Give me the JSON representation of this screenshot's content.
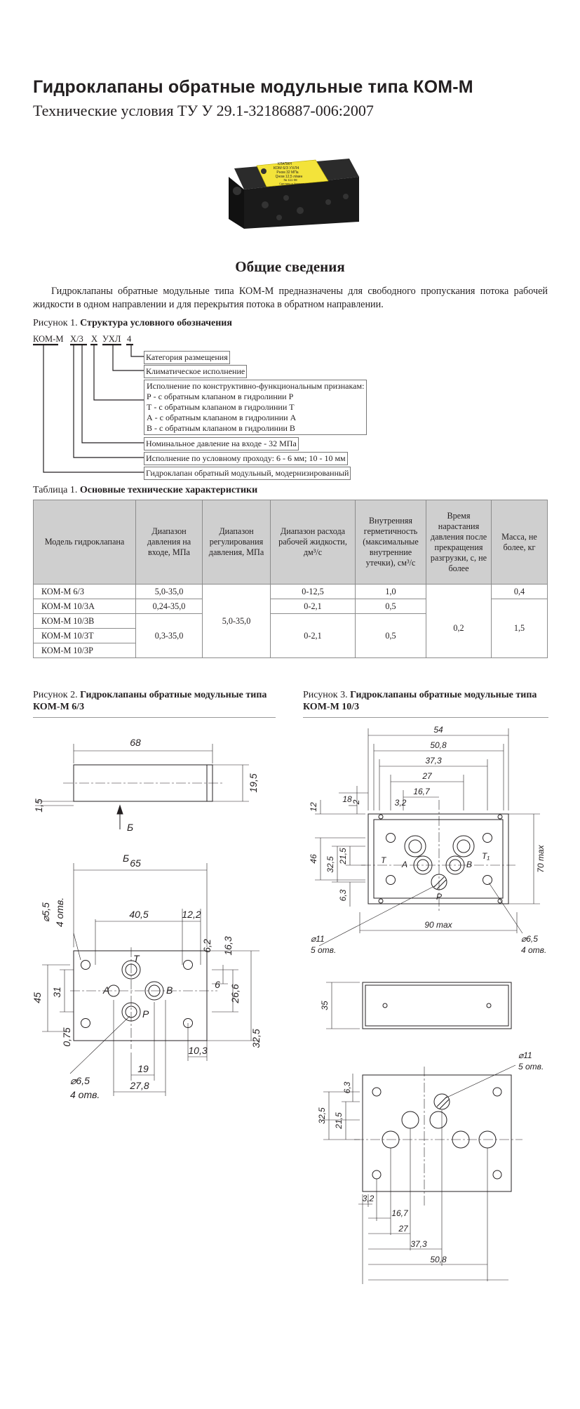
{
  "header": {
    "title": "Гидроклапаны обратные модульные типа КОМ-М",
    "subtitle": "Технические условия ТУ У 29.1-32186887-006:2007"
  },
  "photo": {
    "plate_lines": [
      "КЛАПАН",
      "КОМ 6/3 УХЛ4",
      "Рном 32 МПа",
      "Qном 12,5 л/мин",
      "№ 111 08",
      "Сделано в Украине"
    ]
  },
  "general": {
    "heading": "Общие сведения",
    "paragraph": "Гидроклапаны обратные модульные типа КОМ-М предназначены для свободного пропускания потока рабочей жидкости в одном направлении и для перекрытия потока в обратном направлении."
  },
  "figure1": {
    "caption_prefix": "Рисунок 1.",
    "caption_title": "Структура условного обозначения",
    "designation": [
      "КОМ-М",
      "Х/3",
      "Х",
      "УХЛ",
      "4"
    ],
    "notes": [
      "Категория размещения",
      "Климатическое исполнение",
      "Исполнение по конструктивно-функциональным признакам:",
      "Р - с обратным клапаном в гидролинии Р",
      "Т - с обратным клапаном в гидролинии Т",
      "А - с обратным клапаном в гидролинии А",
      "В - с обратным клапаном в гидролинии В",
      "Номинальное давление на входе - 32 МПа",
      "Исполнение по условному проходу: 6 - 6 мм; 10 - 10 мм",
      "Гидроклапан обратный модульный, модернизированный"
    ]
  },
  "table1": {
    "caption_prefix": "Таблица 1.",
    "caption_title": "Основные технические характеристики",
    "headers": [
      "Модель гидроклапана",
      "Диапазон давления на входе, МПа",
      "Диапазон регулирования давления, МПа",
      "Диапазон расхода рабочей жидкости, дм³/с",
      "Внутренняя герметичность (максимальные внутренние утечки), см³/с",
      "Время нарастания давления после прекращения разгрузки, с, не более",
      "Масса, не более, кг"
    ],
    "models": [
      "КОМ-М 6/3",
      "КОМ-М 10/3А",
      "КОМ-М 10/3В",
      "КОМ-М 10/3Т",
      "КОМ-М 10/3Р"
    ],
    "pressure_in": [
      "5,0-35,0",
      "0,24-35,0",
      "0,3-35,0"
    ],
    "regulation": "5,0-35,0",
    "flow": [
      "0-12,5",
      "0-2,1",
      "0-2,1"
    ],
    "leak": [
      "1,0",
      "0,5",
      "0,5"
    ],
    "time": "0,2",
    "mass": [
      "0,4",
      "1,5"
    ]
  },
  "figure2": {
    "caption_prefix": "Рисунок 2.",
    "caption_title": "Гидроклапаны обратные модульные типа КОМ-М 6/3",
    "dims": {
      "d68": "68",
      "d19_5": "19,5",
      "d1_5": "1,5",
      "arrow_b": "Б",
      "view_b": "Б",
      "d65": "65",
      "d40_5": "40,5",
      "d12_2": "12,2",
      "d5_5": "⌀5,5",
      "holes4a": "4 отв.",
      "d6_2": "6,2",
      "d16_3": "16,3",
      "d6": "6",
      "d26_6": "26,6",
      "d45": "45",
      "d31": "31",
      "d0_75": "0,75",
      "d32_5": "32,5",
      "d10_3": "10,3",
      "d19": "19",
      "d27_8": "27,8",
      "d6_5": "⌀6,5",
      "holes4b": "4 отв.",
      "pT": "Т",
      "pA": "А",
      "pB": "В",
      "pP": "Р"
    }
  },
  "figure3": {
    "caption_prefix": "Рисунок 3.",
    "caption_title": "Гидроклапаны обратные модульные типа КОМ-М 10/3",
    "dims": {
      "d54": "54",
      "d50_8": "50,8",
      "d37_3": "37,3",
      "d27": "27",
      "d16_7": "16,7",
      "d3_2": "3,2",
      "d18": "18",
      "d2": "2",
      "d12": "12",
      "d46": "46",
      "d32_5": "32,5",
      "d21_5": "21,5",
      "d6_3": "6,3",
      "d70max": "70 max",
      "d90max": "90 max",
      "d11": "⌀11",
      "holes5a": "5 отв.",
      "d6_5": "⌀6,5",
      "holes4": "4 отв.",
      "d35": "35",
      "pT": "Т",
      "pT1": "Т₁",
      "pA": "А",
      "pB": "В",
      "pP": "Р",
      "b_d11": "⌀11",
      "b_holes5": "5 отв.",
      "b_d6_3": "6,3",
      "b_d32_5": "32,5",
      "b_d21_5": "21,5",
      "b_d3_2": "3,2",
      "b_d16_7": "16,7",
      "b_d27": "27",
      "b_d37_3": "37,3",
      "b_d50_8": "50,8"
    }
  }
}
